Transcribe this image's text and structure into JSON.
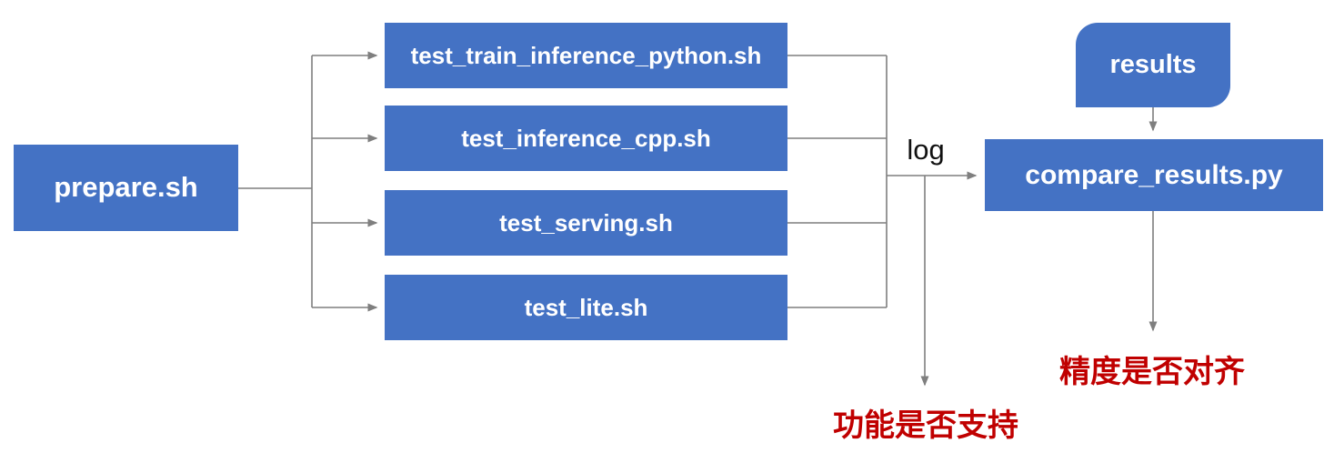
{
  "diagram": {
    "nodes": {
      "prepare": {
        "label": "prepare.sh"
      },
      "tests": [
        {
          "label": "test_train_inference_python.sh"
        },
        {
          "label": "test_inference_cpp.sh"
        },
        {
          "label": "test_serving.sh"
        },
        {
          "label": "test_lite.sh"
        }
      ],
      "results": {
        "label": "results"
      },
      "compare": {
        "label": "compare_results.py"
      }
    },
    "edge_labels": {
      "log": "log"
    },
    "annotations": {
      "function_support": "功能是否支持",
      "precision_aligned": "精度是否对齐"
    }
  },
  "colors": {
    "node_fill": "#4472C4",
    "node_text": "#ffffff",
    "connector": "#7f7f7f",
    "annotation_red": "#C00000",
    "edge_label_text": "#111111",
    "background": "#ffffff"
  }
}
